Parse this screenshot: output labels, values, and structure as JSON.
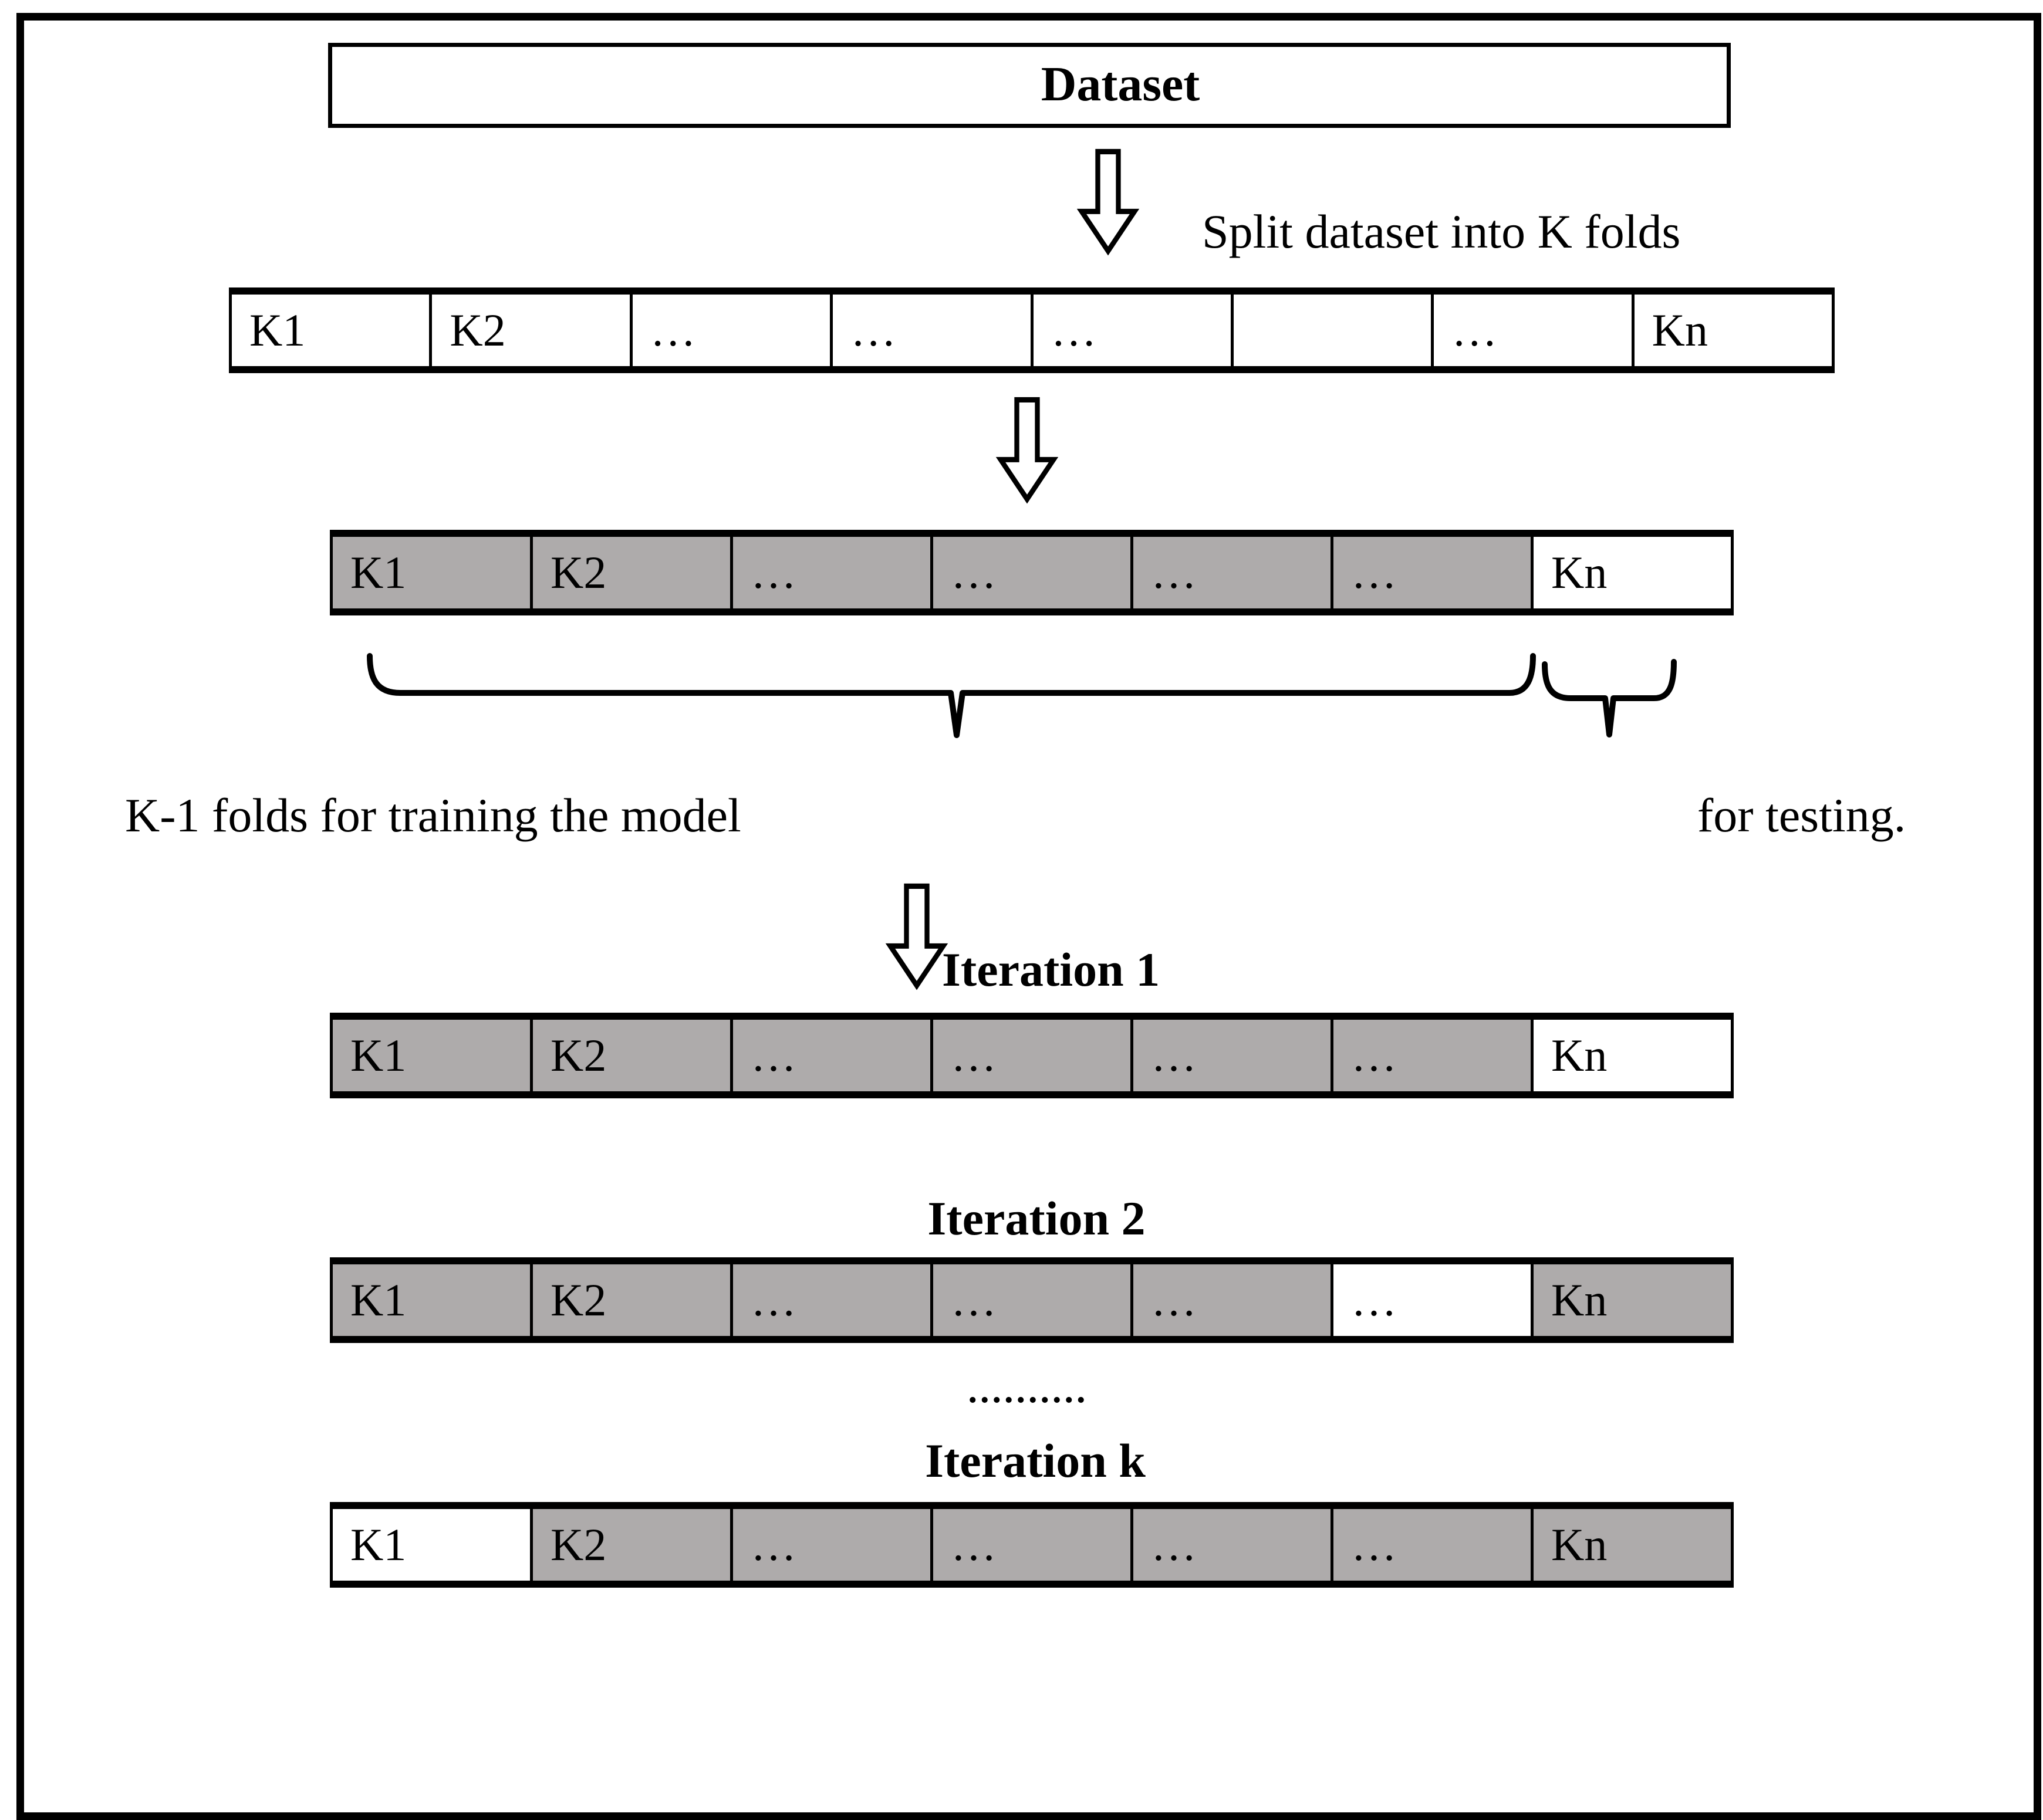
{
  "dataset": {
    "label": "Dataset"
  },
  "split_label": "Split dataset into K folds",
  "captions": {
    "training": "K-1 folds for training the model",
    "testing": "for testing."
  },
  "ellipsis": "..........",
  "rows": {
    "k_folds": {
      "cells": [
        {
          "label": "K1",
          "shaded": false
        },
        {
          "label": "K2",
          "shaded": false
        },
        {
          "label": "…",
          "shaded": false
        },
        {
          "label": "…",
          "shaded": false
        },
        {
          "label": "…",
          "shaded": false
        },
        {
          "label": "",
          "shaded": false
        },
        {
          "label": "…",
          "shaded": false
        },
        {
          "label": "Kn",
          "shaded": false
        }
      ]
    },
    "split": {
      "cells": [
        {
          "label": "K1",
          "shaded": true
        },
        {
          "label": "K2",
          "shaded": true
        },
        {
          "label": "…",
          "shaded": true
        },
        {
          "label": "…",
          "shaded": true
        },
        {
          "label": "…",
          "shaded": true
        },
        {
          "label": "…",
          "shaded": true
        },
        {
          "label": "Kn",
          "shaded": false
        }
      ]
    },
    "iteration1": {
      "title": "Iteration 1",
      "cells": [
        {
          "label": "K1",
          "shaded": true
        },
        {
          "label": "K2",
          "shaded": true
        },
        {
          "label": "…",
          "shaded": true
        },
        {
          "label": "…",
          "shaded": true
        },
        {
          "label": "…",
          "shaded": true
        },
        {
          "label": "…",
          "shaded": true
        },
        {
          "label": "Kn",
          "shaded": false
        }
      ]
    },
    "iteration2": {
      "title": "Iteration 2",
      "cells": [
        {
          "label": "K1",
          "shaded": true
        },
        {
          "label": "K2",
          "shaded": true
        },
        {
          "label": "…",
          "shaded": true
        },
        {
          "label": "…",
          "shaded": true
        },
        {
          "label": "…",
          "shaded": true
        },
        {
          "label": "…",
          "shaded": false
        },
        {
          "label": "Kn",
          "shaded": true
        }
      ]
    },
    "iterationk": {
      "title": "Iteration k",
      "cells": [
        {
          "label": "K1",
          "shaded": false
        },
        {
          "label": "K2",
          "shaded": true
        },
        {
          "label": "…",
          "shaded": true
        },
        {
          "label": "…",
          "shaded": true
        },
        {
          "label": "…",
          "shaded": true
        },
        {
          "label": "…",
          "shaded": true
        },
        {
          "label": "Kn",
          "shaded": true
        }
      ]
    }
  },
  "colors": {
    "train_fill": "#AEABAB",
    "test_fill": "#FFFFFF",
    "line": "#000000"
  }
}
